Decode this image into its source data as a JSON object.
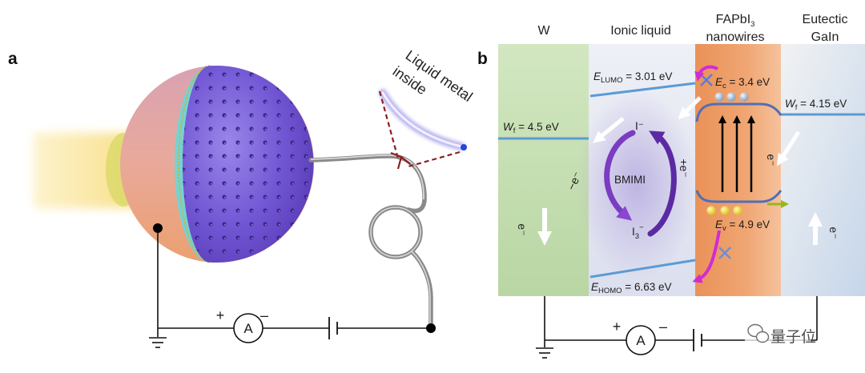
{
  "panel_a": {
    "label": "a",
    "inset_label": {
      "line1": "Liquid metal",
      "line2": "inside"
    },
    "ammeter": {
      "plus": "+",
      "minus": "–",
      "symbol": "A"
    }
  },
  "panel_b": {
    "label": "b",
    "columns": {
      "w": "W",
      "ionic_liquid": "Ionic liquid",
      "nanowires_formula": "FAPbI",
      "nanowires_formula_sub": "3",
      "nanowires_line2": "nanowires",
      "eutectic_line1": "Eutectic",
      "eutectic_line2": "GaIn"
    },
    "levels": {
      "lumo": {
        "symbol": "E",
        "sub": "LUMO",
        "value": " = 3.01 eV"
      },
      "conduction": {
        "symbol": "E",
        "sub": "c",
        "value": " = 3.4 eV"
      },
      "gain_work_function": {
        "symbol": "W",
        "sub": "f",
        "value": " = 4.15 eV"
      },
      "w_work_function": {
        "symbol": "W",
        "sub": "f",
        "value": " = 4.5 eV"
      },
      "valence": {
        "symbol": "E",
        "sub": "v",
        "value": " = 4.9 eV"
      },
      "homo": {
        "symbol": "E",
        "sub": "HOMO",
        "value": " = 6.63 eV"
      }
    },
    "redox": {
      "iodide": "I⁻",
      "electrolyte": "BMIMI",
      "triiodide": "I",
      "triiodide_sub": "3",
      "triiodide_charge": "−",
      "oxidation": "−e⁻",
      "reduction": "+e⁻"
    },
    "carriers": {
      "w": "e⁻",
      "nanowire": "e⁻",
      "gain": "e⁻"
    },
    "ammeter": {
      "plus": "+",
      "minus": "–",
      "symbol": "A"
    }
  },
  "watermark": "量子位",
  "colors": {
    "band_line": "#5b9bd5",
    "w_region": "#c4ddb0",
    "nanowire_region": "#ee9f68",
    "redox_arrow": "#7a3cc0",
    "hemisphere_shell": "#7b62d6"
  }
}
